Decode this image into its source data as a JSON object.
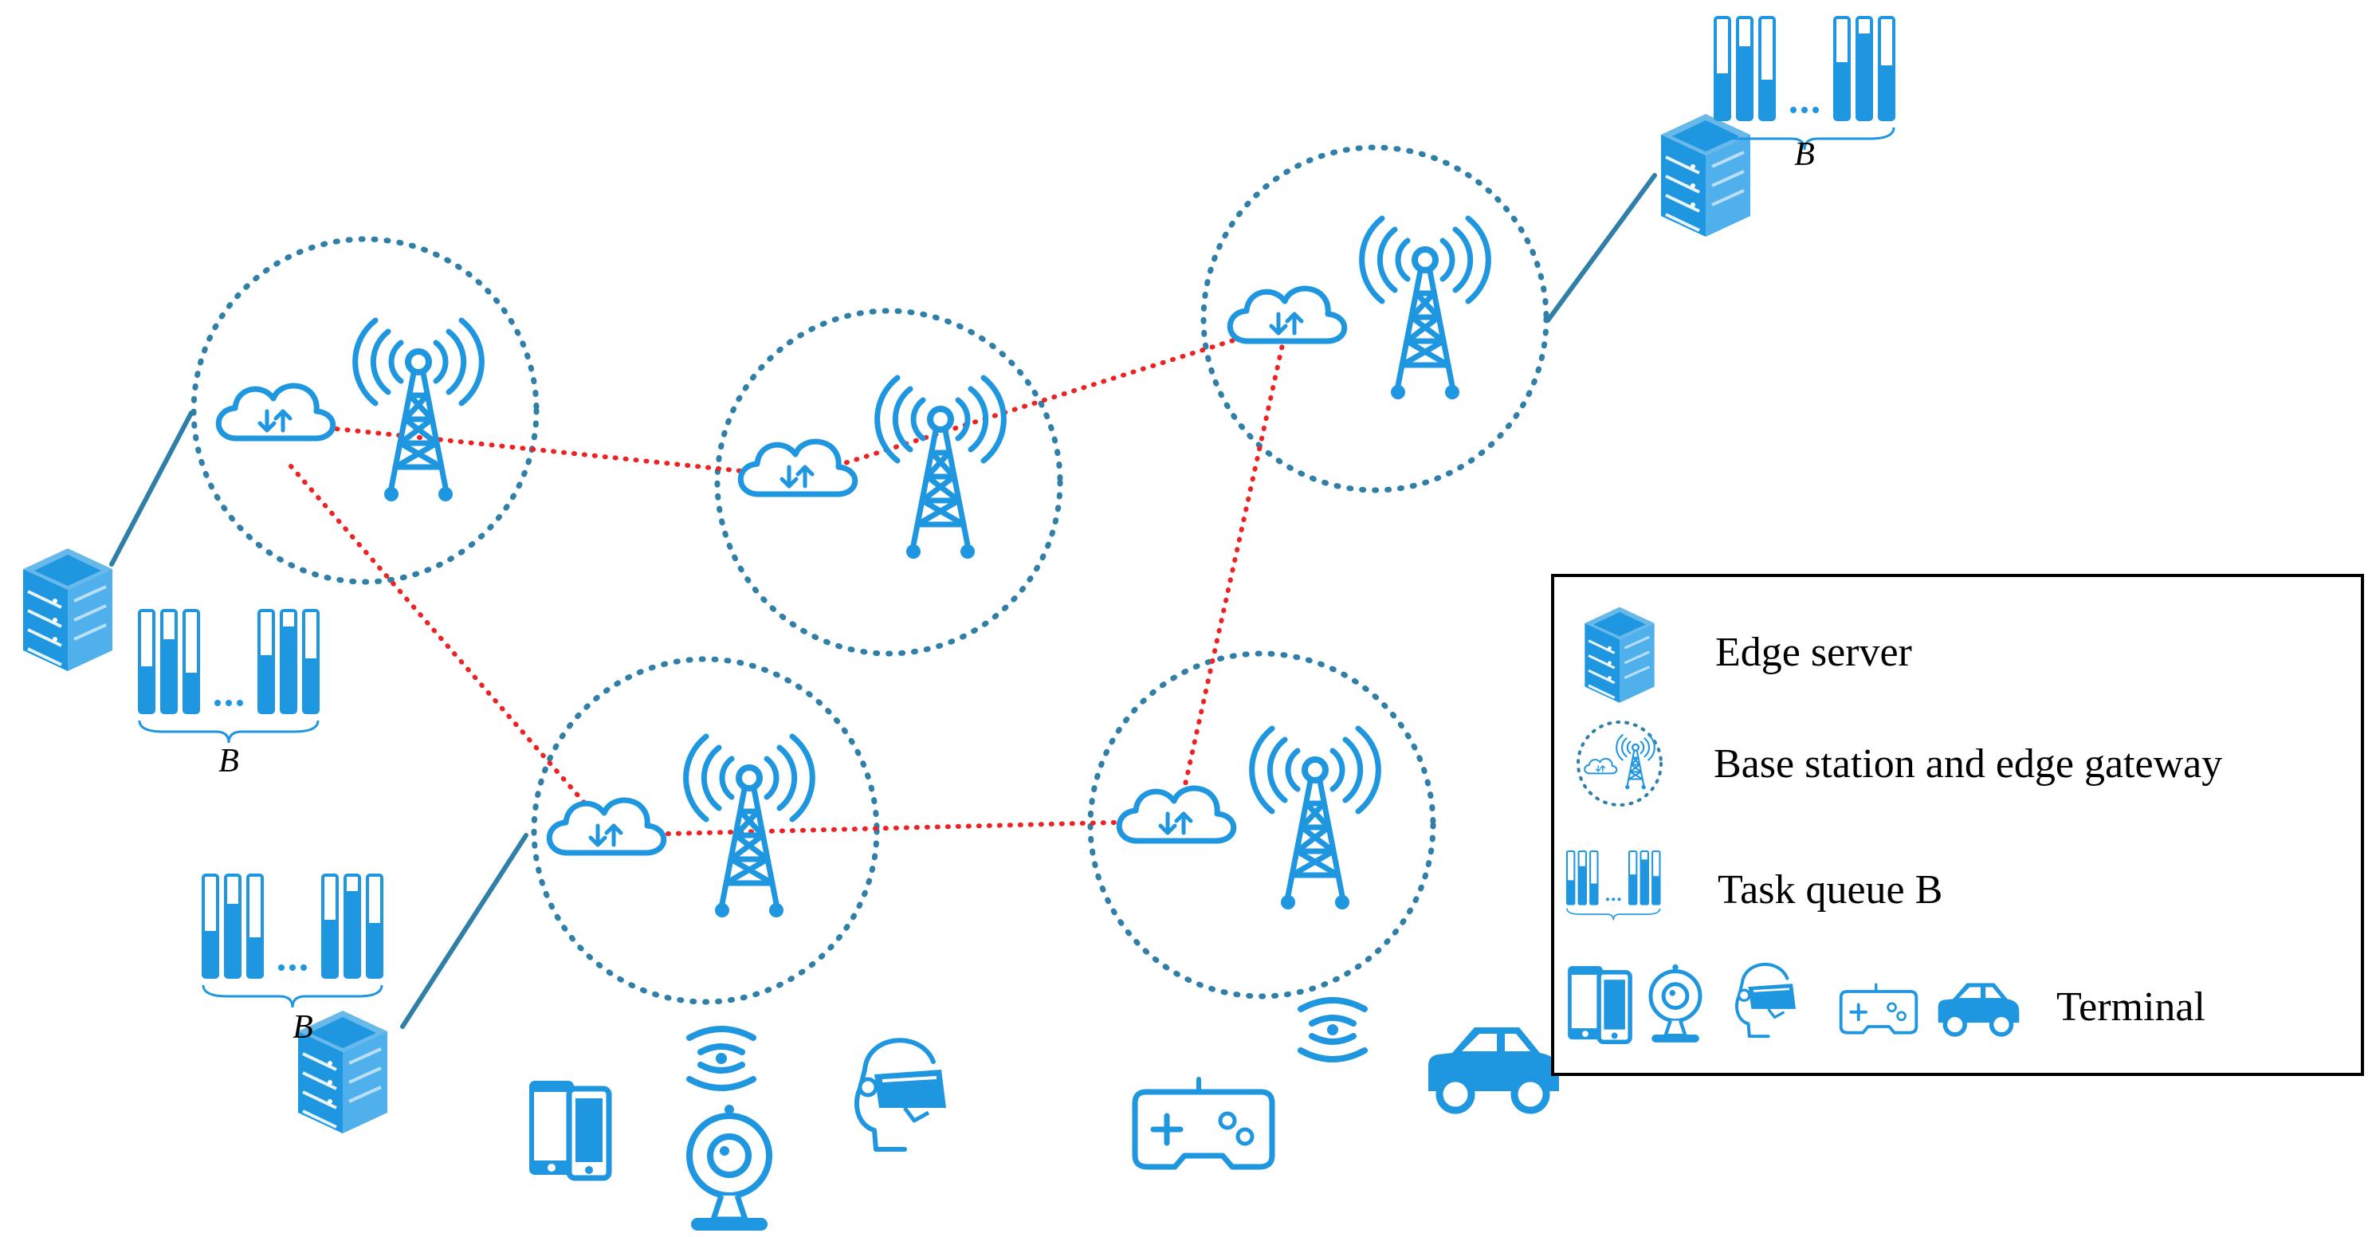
{
  "colors": {
    "icon": "#1e96e0",
    "coverage": "#2f7fa8",
    "link": "#ee2222",
    "legend_border": "#000000",
    "background": "#ffffff"
  },
  "icons": {
    "server": "server-icon",
    "base_station": "antenna-tower-icon",
    "gateway": "cloud-updown-icon",
    "queue": "task-queue-icon",
    "phone": "smartphone-icon",
    "webcam": "webcam-icon",
    "vr": "vr-headset-icon",
    "gamepad": "gamepad-icon",
    "car": "car-icon",
    "wifi": "wireless-signal-icon"
  },
  "network": {
    "queue_label": "B",
    "queue_ellipsis": "..."
  },
  "legend": {
    "edge_server": "Edge server",
    "base_station_gateway": "Base station and edge gateway",
    "task_queue": "Task queue B",
    "terminal": "Terminal"
  }
}
